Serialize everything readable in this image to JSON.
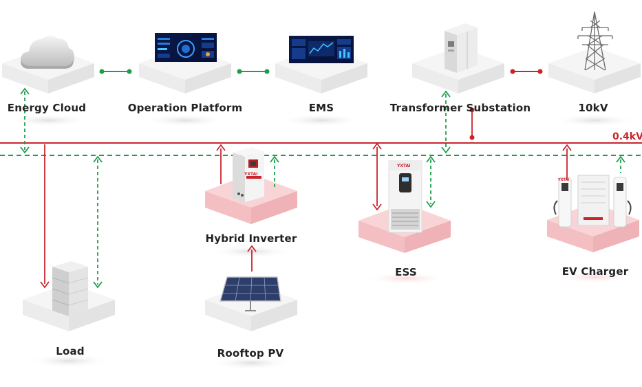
{
  "nodes": {
    "energy_cloud": "Energy Cloud",
    "operation_platform": "Operation Platform",
    "ems": "EMS",
    "transformer_substation": "Transformer Substation",
    "grid_10kv": "10kV",
    "hybrid_inverter": "Hybrid Inverter",
    "ess": "ESS",
    "ev_charger": "EV Charger",
    "load": "Load",
    "rooftop_pv": "Rooftop PV"
  },
  "bus_voltage": "0.4kV",
  "brand": "YXTAI",
  "colors": {
    "power_line": "#c9252c",
    "comm_line": "#1e9e4a",
    "platform_grey": "#f1f1f1",
    "platform_pink": "#f7c9cc"
  },
  "icons": {
    "energy_cloud": "cloud-icon",
    "operation_platform": "dashboard-screen-icon",
    "ems": "dashboard-screen-icon",
    "transformer_substation": "cabinet-icon",
    "grid_10kv": "transmission-tower-icon",
    "hybrid_inverter": "inverter-icon",
    "ess": "battery-storage-icon",
    "ev_charger": "charger-icon",
    "load": "server-rack-icon",
    "rooftop_pv": "solar-panel-icon"
  }
}
